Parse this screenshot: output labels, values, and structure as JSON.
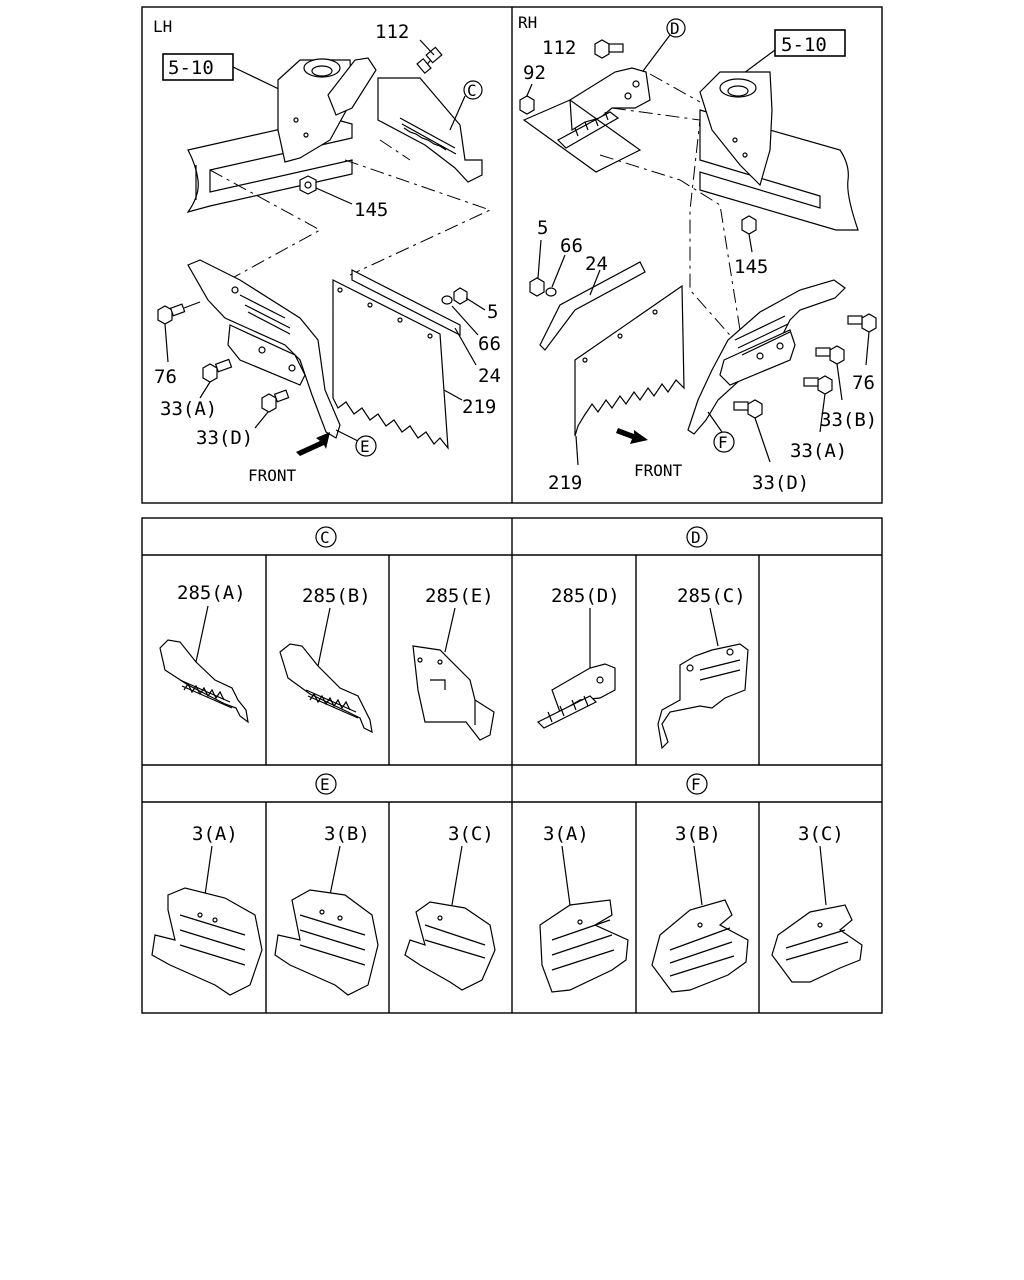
{
  "panels": {
    "lh": {
      "side_label": "LH",
      "ref_box": "5-10",
      "callouts": {
        "bolt_112": "112",
        "detail_c": "C",
        "nut_145": "145",
        "nut_5": "5",
        "washer_66": "66",
        "plate_24": "24",
        "flap_219": "219",
        "bolt_76": "76",
        "bolt_33a": "33(A)",
        "bolt_33d": "33(D)",
        "detail_e": "E"
      },
      "front_label": "FRONT"
    },
    "rh": {
      "side_label": "RH",
      "ref_box": "5-10",
      "callouts": {
        "detail_d": "D",
        "bolt_112": "112",
        "nut_92": "92",
        "nut_5": "5",
        "washer_66": "66",
        "plate_24": "24",
        "nut_145": "145",
        "bolt_76": "76",
        "bolt_33b": "33(B)",
        "bolt_33a": "33(A)",
        "detail_f": "F",
        "bolt_33d": "33(D)",
        "flap_219": "219"
      },
      "front_label": "FRONT"
    }
  },
  "detail_tables": {
    "c": {
      "header": "C",
      "parts": [
        "285(A)",
        "285(B)",
        "285(E)"
      ]
    },
    "d": {
      "header": "D",
      "parts": [
        "285(D)",
        "285(C)"
      ]
    },
    "e": {
      "header": "E",
      "parts": [
        "3(A)",
        "3(B)",
        "3(C)"
      ]
    },
    "f": {
      "header": "F",
      "parts": [
        "3(A)",
        "3(B)",
        "3(C)"
      ]
    }
  }
}
